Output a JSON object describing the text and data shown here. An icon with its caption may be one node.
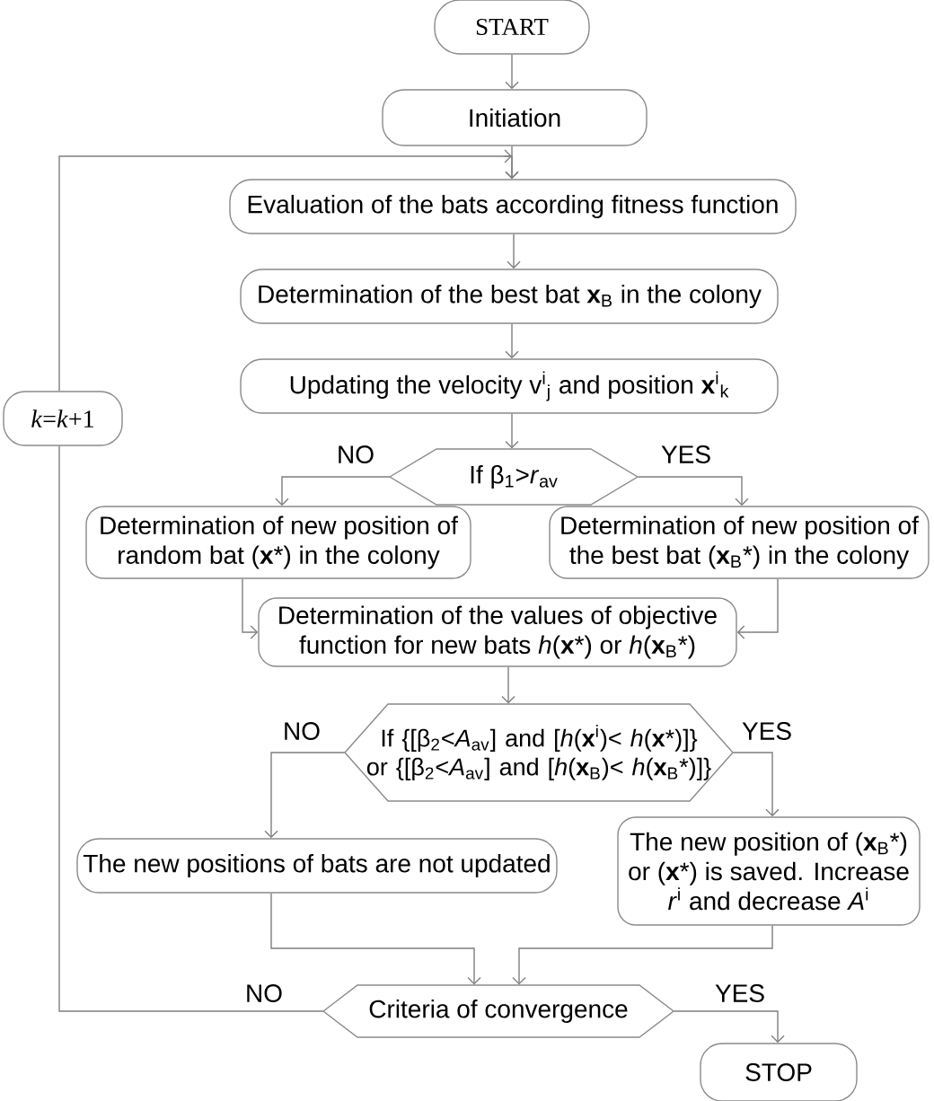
{
  "diagram": {
    "nodes": [
      {
        "text": [
          "START"
        ]
      },
      {
        "text": [
          "Initiation"
        ]
      },
      {
        "text": [
          "Evaluation of the bats according fitness function"
        ]
      },
      {
        "text": [
          "Determination of the best bat **x**$_{B}$ in the colony"
        ]
      },
      {
        "text": [
          "Updating the velocity v$^{i}$$_{j}$ and position **x**$^{i}$$_{k}$"
        ]
      },
      {
        "text": [
          "If β$_{1}$>*r*$_{av}$"
        ]
      },
      {
        "text": [
          "Determination of new position of random bat (**x***) in the colony"
        ]
      },
      {
        "text": [
          "Determination of new position of the best bat (**x**$_{B}$*) in the colony"
        ]
      },
      {
        "text": [
          "Determination of the values of objective function for new bats *h*(**x***) or *h*(**x**$_{B}$*)"
        ]
      },
      {
        "text": [
          "If {[β$_{2}$<*A*$_{av}$] and [*h*(**x**$^{i}$)< *h*(**x***)]} or {[β$_{2}$<*A*$_{av}$] and [*h*(**x**$_{B}$)< *h*(**x**$_{B}$*)]}"
        ]
      },
      {
        "text": [
          "The new positions of bats are not updated"
        ]
      },
      {
        "text": [
          "The new position of (**x**$_{B}$*) or (**x***) is saved. Increase *r*$^{i}$ and decrease *A*$^{i}$"
        ]
      },
      {
        "text": [
          "Criteria of convergence"
        ]
      },
      {
        "text": [
          "STOP"
        ]
      },
      {
        "text": [
          "*k*=*k*+1"
        ]
      }
    ],
    "edges": [
      {
        "from": 0,
        "to": 1,
        "arrow": "to"
      },
      {
        "from": 1,
        "to": 2,
        "arrow": "to"
      },
      {
        "from": 2,
        "to": 3,
        "arrow": "to"
      },
      {
        "from": 3,
        "to": 4,
        "arrow": "to"
      },
      {
        "from": 4,
        "to": 5,
        "arrow": "to"
      },
      {
        "from": 5,
        "to": 6,
        "arrow": "to",
        "label": "NO"
      },
      {
        "from": 5,
        "to": 7,
        "arrow": "to",
        "label": "YES"
      },
      {
        "from": 6,
        "to": 8,
        "arrow": "to"
      },
      {
        "from": 7,
        "to": 8,
        "arrow": "to"
      },
      {
        "from": 8,
        "to": 9,
        "arrow": "to"
      },
      {
        "from": 9,
        "to": 10,
        "arrow": "to",
        "label": "NO"
      },
      {
        "from": 9,
        "to": 11,
        "arrow": "to",
        "label": "YES"
      },
      {
        "from": 10,
        "to": 12,
        "arrow": "to"
      },
      {
        "from": 11,
        "to": 12,
        "arrow": "to"
      },
      {
        "from": 12,
        "to": 13,
        "arrow": "to",
        "label": "YES"
      },
      {
        "from": 12,
        "to": 14,
        "arrow": "none",
        "label": "NO"
      },
      {
        "from": 14,
        "to": 2,
        "arrow": "to"
      }
    ]
  }
}
